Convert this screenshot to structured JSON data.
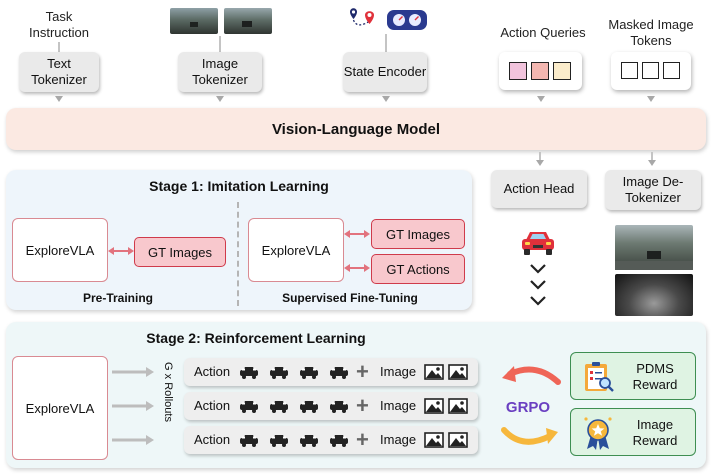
{
  "inputs": {
    "task_instruction": "Task Instruction",
    "text_tokenizer": "Text Tokenizer",
    "image_tokenizer": "Image Tokenizer",
    "state_encoder": "State Encoder",
    "action_queries": "Action Queries",
    "masked_image_tokens": "Masked Image Tokens"
  },
  "vlm": {
    "label": "Vision-Language Model"
  },
  "heads": {
    "action_head": "Action Head",
    "image_detokenizer": "Image De-Tokenizer"
  },
  "stage1": {
    "title": "Stage 1: Imitation Learning",
    "pretraining": {
      "model": "ExploreVLA",
      "target": "GT Images",
      "caption": "Pre-Training"
    },
    "sft": {
      "model": "ExploreVLA",
      "target_images": "GT Images",
      "target_actions": "GT Actions",
      "caption": "Supervised Fine-Tuning"
    }
  },
  "stage2": {
    "title": "Stage 2: Reinforcement Learning",
    "model": "ExploreVLA",
    "rollouts_label": "G x Rollouts",
    "rollouts": [
      {
        "action": "Action",
        "plus": "+",
        "image": "Image"
      },
      {
        "action": "Action",
        "plus": "+",
        "image": "Image"
      },
      {
        "action": "Action",
        "plus": "+",
        "image": "Image"
      }
    ],
    "grpo": "GRPO",
    "pdms_reward": "PDMS Reward",
    "image_reward": "Image Reward"
  },
  "colors": {
    "query_pink": "#f2c4dd",
    "query_salmon": "#f4b7b1",
    "query_cream": "#fbeccb",
    "vlm_bg": "#fbe9e2",
    "stage1_bg": "#eef5fb",
    "stage2_bg": "#eef7f8",
    "grpo_purple": "#6a3fc1"
  }
}
